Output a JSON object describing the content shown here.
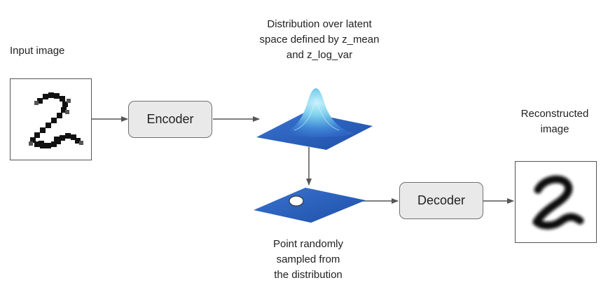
{
  "input": {
    "label": "Input image",
    "digit": "2"
  },
  "encoder": {
    "label": "Encoder"
  },
  "distribution": {
    "label": "Distribution over latent\nspace defined by z_mean\nand z_log_var"
  },
  "sample": {
    "label": "Point randomly\nsampled from\nthe distribution"
  },
  "decoder": {
    "label": "Decoder"
  },
  "output": {
    "label": "Reconstructed\nimage",
    "digit": "2"
  },
  "colors": {
    "plane": "#2f66c4",
    "plane_dark": "#1e4fa8",
    "peak": "#7fd2ee",
    "arrow": "#555555",
    "box_fill": "#e9e9e9"
  }
}
